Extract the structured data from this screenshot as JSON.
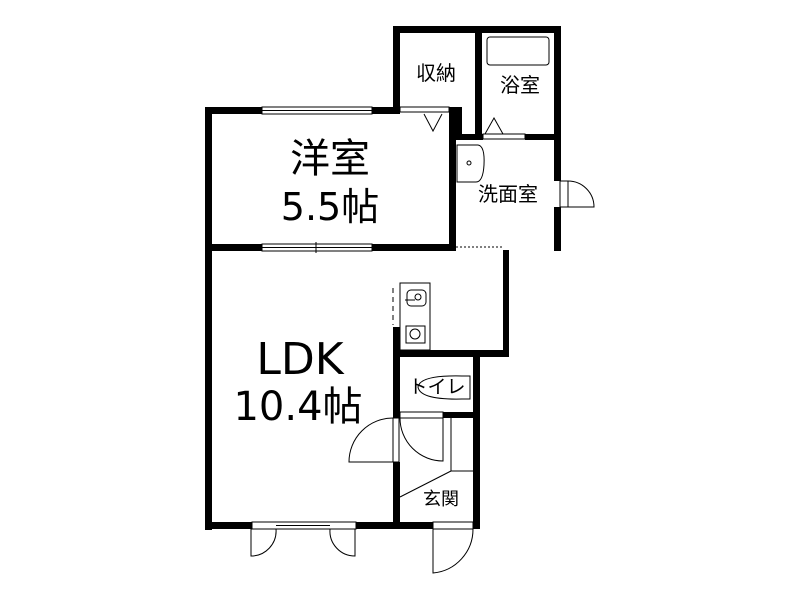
{
  "floor_plan": {
    "rooms": {
      "western_room": {
        "name": "洋室",
        "size": "5.5帖"
      },
      "ldk": {
        "name": "LDK",
        "size": "10.4帖"
      },
      "storage": {
        "name": "収納"
      },
      "bathroom": {
        "name": "浴室"
      },
      "washroom": {
        "name": "洗面室"
      },
      "toilet": {
        "name": "トイレ"
      },
      "entrance": {
        "name": "玄関"
      }
    },
    "colors": {
      "wall": "#000000",
      "background": "#ffffff"
    }
  }
}
